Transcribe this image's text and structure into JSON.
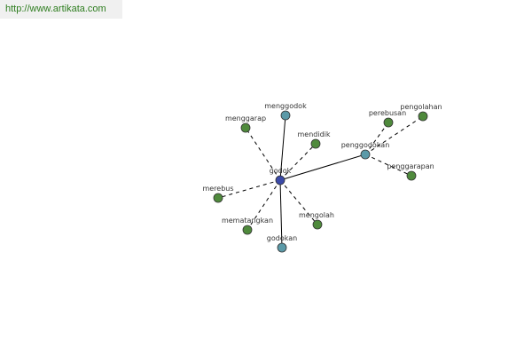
{
  "site": {
    "url_text": "http://www.artikata.com"
  },
  "colors": {
    "center_node": "#3b4aa8",
    "hub_node": "#5b9aa8",
    "leaf_node": "#4f8a3c",
    "link": "#2e7d1f",
    "node_stroke": "#333333",
    "edge": "#000000",
    "label": "#333333"
  },
  "graph": {
    "nodes": [
      {
        "id": "godok",
        "label": "godok",
        "kind": "center"
      },
      {
        "id": "menggodok",
        "label": "menggodok",
        "kind": "hub"
      },
      {
        "id": "godokan",
        "label": "godokan",
        "kind": "hub"
      },
      {
        "id": "penggodokan",
        "label": "penggodokan",
        "kind": "hub"
      },
      {
        "id": "menggarap",
        "label": "menggarap",
        "kind": "leaf"
      },
      {
        "id": "mendidik",
        "label": "mendidik",
        "kind": "leaf"
      },
      {
        "id": "merebus",
        "label": "merebus",
        "kind": "leaf"
      },
      {
        "id": "mematangkan",
        "label": "mematangkan",
        "kind": "leaf"
      },
      {
        "id": "mengolah",
        "label": "mengolah",
        "kind": "leaf"
      },
      {
        "id": "perebusan",
        "label": "perebusan",
        "kind": "leaf"
      },
      {
        "id": "pengolahan",
        "label": "pengolahan",
        "kind": "leaf"
      },
      {
        "id": "penggarapan",
        "label": "penggarapan",
        "kind": "leaf"
      }
    ],
    "edges": [
      {
        "from": "godok",
        "to": "menggodok",
        "style": "solid"
      },
      {
        "from": "godok",
        "to": "godokan",
        "style": "solid"
      },
      {
        "from": "godok",
        "to": "penggodokan",
        "style": "solid"
      },
      {
        "from": "godok",
        "to": "menggarap",
        "style": "dashed"
      },
      {
        "from": "godok",
        "to": "mendidik",
        "style": "dashed"
      },
      {
        "from": "godok",
        "to": "merebus",
        "style": "dashed"
      },
      {
        "from": "godok",
        "to": "mematangkan",
        "style": "dashed"
      },
      {
        "from": "godok",
        "to": "mengolah",
        "style": "dashed"
      },
      {
        "from": "penggodokan",
        "to": "perebusan",
        "style": "dashed"
      },
      {
        "from": "penggodokan",
        "to": "pengolahan",
        "style": "dashed"
      },
      {
        "from": "penggodokan",
        "to": "penggarapan",
        "style": "dashed"
      }
    ]
  }
}
